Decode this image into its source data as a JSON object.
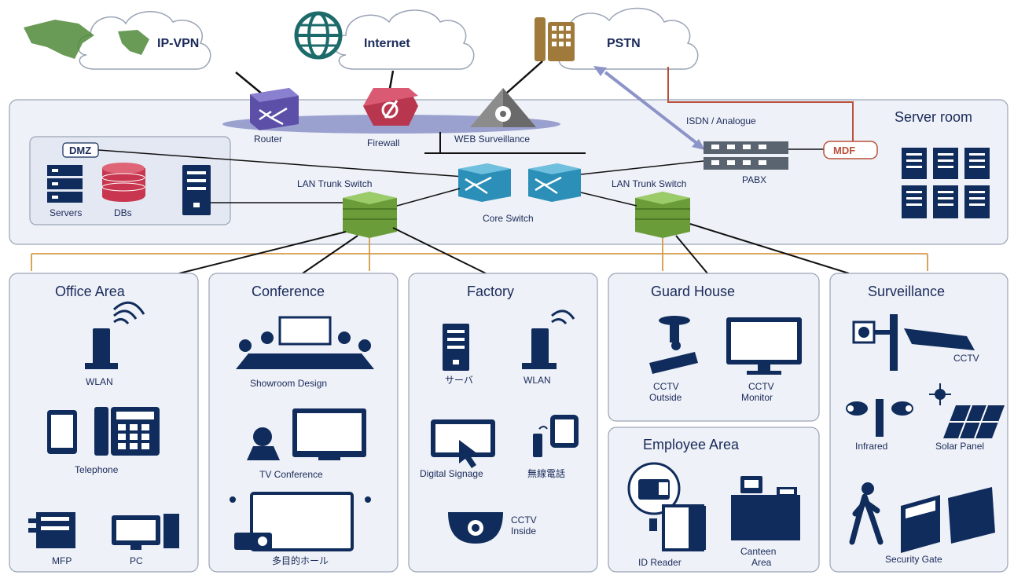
{
  "clouds": {
    "ipvpn": "IP-VPN",
    "internet": "Internet",
    "pstn": "PSTN"
  },
  "server_room": {
    "title": "Server room",
    "router": "Router",
    "firewall": "Firewall",
    "web_surveillance": "WEB Surveillance",
    "isdn": "ISDN / Analogue",
    "mdf": "MDF",
    "pabx": "PABX",
    "dmz": "DMZ",
    "servers": "Servers",
    "dbs": "DBs",
    "lan_trunk_left": "LAN Trunk Switch",
    "lan_trunk_right": "LAN Trunk Switch",
    "core_switch": "Core Switch"
  },
  "areas": {
    "office": {
      "title": "Office Area",
      "wlan": "WLAN",
      "telephone": "Telephone",
      "mfp": "MFP",
      "pc": "PC"
    },
    "conference": {
      "title": "Conference",
      "showroom": "Showroom Design",
      "tv_conf": "TV Conference",
      "hall": "多目的ホール"
    },
    "factory": {
      "title": "Factory",
      "server": "サーバ",
      "wlan": "WLAN",
      "signage": "Digital Signage",
      "wireless_phone": "無線電話",
      "cctv_inside_1": "CCTV",
      "cctv_inside_2": "Inside"
    },
    "guard": {
      "title": "Guard House",
      "cctv_out_1": "CCTV",
      "cctv_out_2": "Outside",
      "cctv_mon_1": "CCTV",
      "cctv_mon_2": "Monitor"
    },
    "employee": {
      "title": "Employee Area",
      "id_reader": "ID Reader",
      "canteen_1": "Canteen",
      "canteen_2": "Area"
    },
    "surveillance": {
      "title": "Surveillance",
      "cctv": "CCTV",
      "infrared": "Infrared",
      "solar": "Solar Panel",
      "gate": "Security Gate"
    }
  },
  "colors": {
    "navy": "#102c5c",
    "switch_blue": "#2b8fb8",
    "trunk_green": "#6a9c3a",
    "orange_line": "#d49a4a",
    "router_purple": "#5b4fa8",
    "firewall_red": "#b8374f",
    "zone_fill": "#eef1f7"
  }
}
